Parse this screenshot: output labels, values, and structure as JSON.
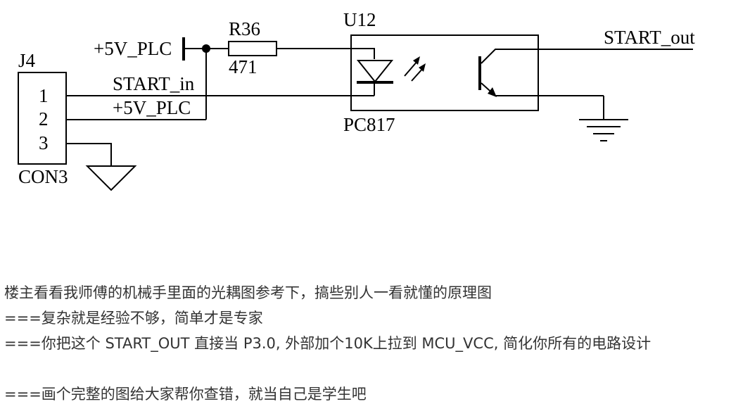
{
  "schematic": {
    "connector": {
      "ref": "J4",
      "value": "CON3",
      "pins": [
        "1",
        "2",
        "3"
      ]
    },
    "resistor": {
      "ref": "R36",
      "value": "471"
    },
    "optocoupler": {
      "ref": "U12",
      "value": "PC817"
    },
    "nets": {
      "supply_top": "+5V_PLC",
      "start_in": "START_in",
      "supply_pin2": "+5V_PLC",
      "start_out": "START_out"
    }
  },
  "post": {
    "lines": [
      "楼主看看我师傅的机械手里面的光耦图参考下，搞些别人一看就懂的原理图",
      "===复杂就是经验不够，简单才是专家",
      "===你把这个 START_OUT 直接当 P3.0, 外部加个10K上拉到 MCU_VCC, 简化你所有的电路设计",
      "",
      "===画个完整的图给大家帮你查错，就当自己是学生吧"
    ]
  }
}
